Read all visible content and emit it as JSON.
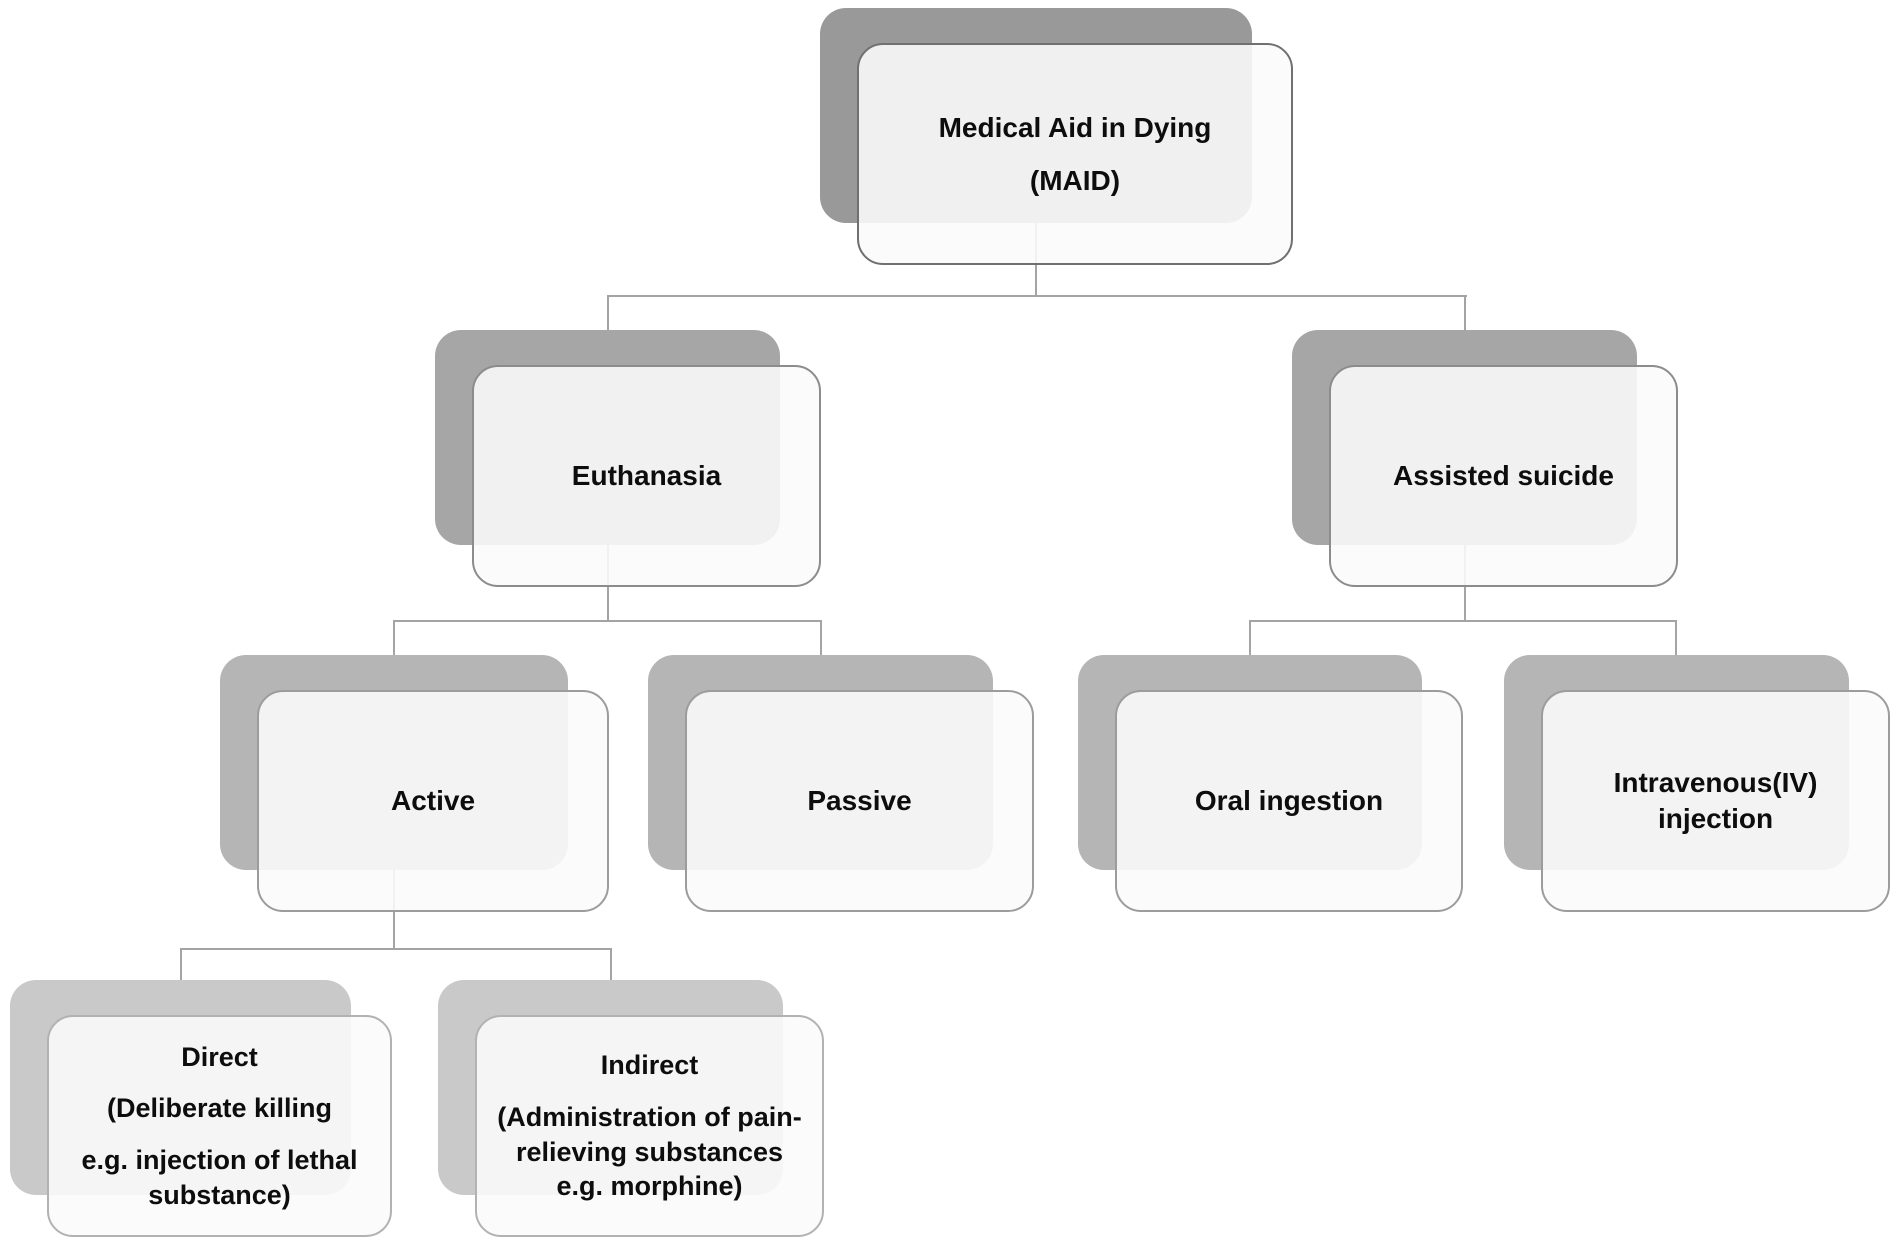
{
  "diagram": {
    "type": "flowchart-hierarchy",
    "background_color": "#ffffff",
    "connector_color": "#a4a4a4",
    "card_fill": "rgba(250,250,250,0.89)",
    "level_styles": [
      {
        "level": 1,
        "shadow_color": "#999999",
        "border_color": "#707070"
      },
      {
        "level": 2,
        "shadow_color": "#a6a6a6",
        "border_color": "#8c8c8c"
      },
      {
        "level": 3,
        "shadow_color": "#b5b5b5",
        "border_color": "#9c9c9c"
      },
      {
        "level": 4,
        "shadow_color": "#c9c9c9",
        "border_color": "#b2b2b2"
      }
    ],
    "nodes": {
      "maid": {
        "lines": [
          "Medical Aid in Dying",
          "(MAID)"
        ]
      },
      "euthanasia": {
        "lines": [
          "Euthanasia"
        ]
      },
      "assisted": {
        "lines": [
          "Assisted suicide"
        ]
      },
      "active": {
        "lines": [
          "Active"
        ]
      },
      "passive": {
        "lines": [
          "Passive"
        ]
      },
      "oral": {
        "lines": [
          "Oral ingestion"
        ]
      },
      "iv": {
        "lines": [
          "Intravenous(IV)",
          "injection"
        ]
      },
      "direct": {
        "lines": [
          "Direct",
          "(Deliberate killing",
          "e.g. injection of lethal",
          "substance)"
        ]
      },
      "indirect": {
        "lines": [
          "Indirect",
          "(Administration of pain-",
          "relieving substances",
          "e.g. morphine)"
        ]
      }
    },
    "tree": {
      "maid": [
        "euthanasia",
        "assisted"
      ],
      "euthanasia": [
        "active",
        "passive"
      ],
      "assisted": [
        "oral",
        "iv"
      ],
      "active": [
        "direct",
        "indirect"
      ]
    }
  }
}
